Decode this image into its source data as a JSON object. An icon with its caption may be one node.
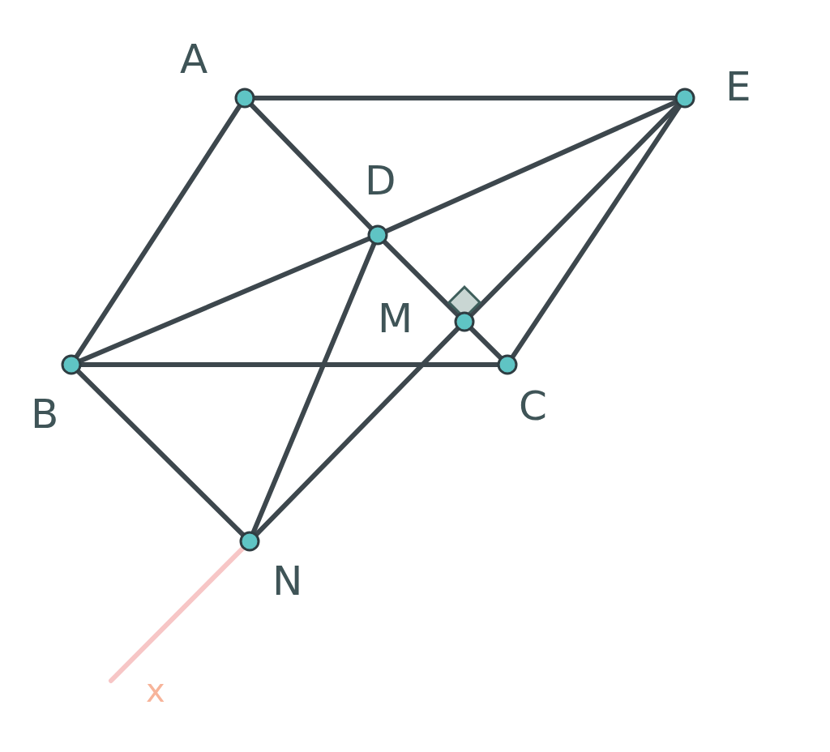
{
  "diagram": {
    "nodes": [
      {
        "text": [],
        "shape": "circle",
        "beside": [
          "A"
        ]
      },
      {
        "text": [],
        "shape": "circle",
        "beside": [
          "E"
        ]
      },
      {
        "text": [],
        "shape": "circle",
        "beside": [
          "D"
        ]
      },
      {
        "text": [],
        "shape": "circle",
        "beside": [
          "M"
        ]
      },
      {
        "text": [],
        "shape": "circle",
        "beside": [
          "B"
        ]
      },
      {
        "text": [],
        "shape": "circle",
        "beside": [
          "C"
        ]
      },
      {
        "text": [],
        "shape": "circle",
        "beside": [
          "N"
        ]
      }
    ],
    "edges": [
      {
        "from": 0,
        "to": 1,
        "arrow": "none"
      },
      {
        "from": 0,
        "to": 4,
        "arrow": "none"
      },
      {
        "from": 0,
        "to": 2,
        "arrow": "none"
      },
      {
        "from": 2,
        "to": 3,
        "arrow": "none"
      },
      {
        "from": 3,
        "to": 5,
        "arrow": "none"
      },
      {
        "from": 4,
        "to": 2,
        "arrow": "none"
      },
      {
        "from": 2,
        "to": 1,
        "arrow": "none"
      },
      {
        "from": 4,
        "to": 5,
        "arrow": "none"
      },
      {
        "from": 1,
        "to": 5,
        "arrow": "none"
      },
      {
        "from": 4,
        "to": 6,
        "arrow": "none"
      },
      {
        "from": 2,
        "to": 6,
        "arrow": "none"
      },
      {
        "from": 6,
        "to": 3,
        "arrow": "none"
      },
      {
        "from": 3,
        "to": 1,
        "arrow": "none"
      },
      {
        "from": 6,
        "to": null,
        "arrow": "none",
        "color": "#f7c6c6"
      }
    ],
    "labels": [
      "x"
    ]
  }
}
